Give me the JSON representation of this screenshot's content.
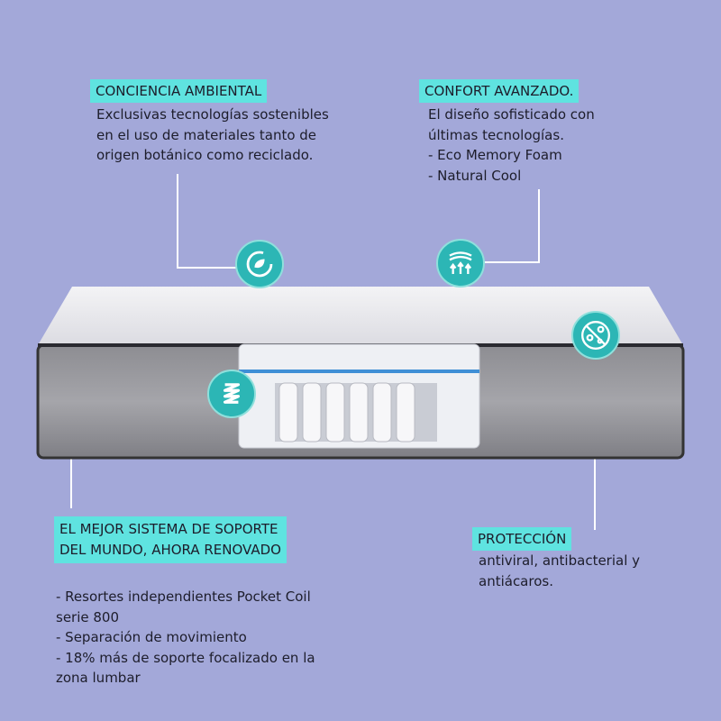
{
  "features": {
    "eco": {
      "title": "CONCIENCIA AMBIENTAL",
      "lines": [
        "Exclusivas tecnologías sostenibles",
        "en el uso de materiales tanto de",
        "origen botánico como reciclado."
      ]
    },
    "comfort": {
      "title": "CONFORT AVANZADO.",
      "lines": [
        "El diseño sofisticado con",
        "últimas tecnologías.",
        "- Eco Memory Foam",
        "- Natural Cool"
      ]
    },
    "support": {
      "title_lines": [
        "EL MEJOR SISTEMA DE SOPORTE",
        "DEL MUNDO, AHORA RENOVADO"
      ],
      "lines": [
        "- Resortes independientes Pocket Coil",
        "serie 800",
        "- Separación de movimiento",
        "- 18% más de soporte focalizado en la",
        "zona lumbar"
      ]
    },
    "protection": {
      "title": "PROTECCIÓN",
      "lines": [
        "antiviral, antibacterial y",
        "antiácaros."
      ]
    }
  },
  "colors": {
    "background": "#a3a8d9",
    "label": "#5fe3e0",
    "icon": "#2cb6b5"
  }
}
